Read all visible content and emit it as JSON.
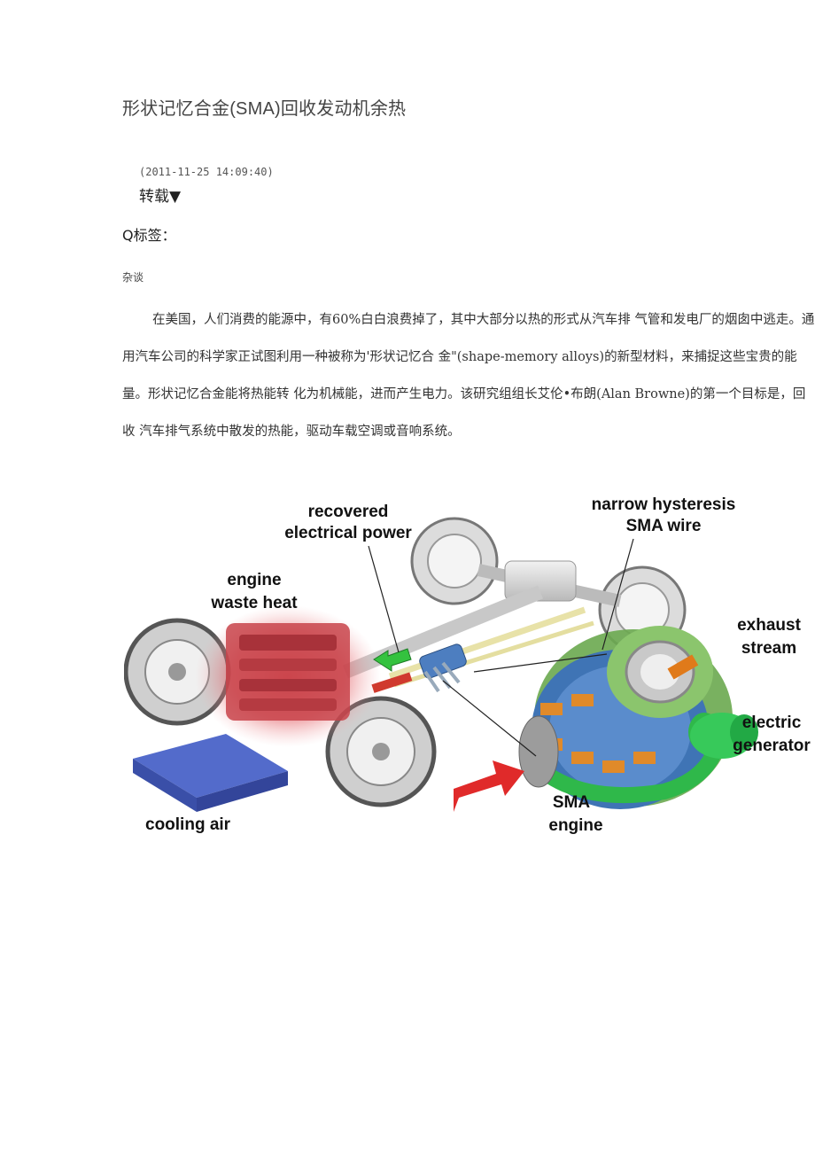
{
  "article": {
    "title": "形状记忆合金(SMA)回收发动机余热",
    "timestamp": "(2011-11-25 14:09:40)",
    "repost_label": "转载▼",
    "tags_label": "Q标签：",
    "tag": "杂谈",
    "paragraph": "在美国，人们消费的能源中，有60%白白浪费掉了，其中大部分以热的形式从汽车排 气管和发电厂的烟囱中逃走。通用汽车公司的科学家正试图利用一种被称为'形状记忆合 金\"(shape-memory alloys)的新型材料，来捕捉这些宝贵的能量。形状记忆合金能将热能转 化为机械能，进而产生电力。该研究组组长艾伦•布朗(Alan Browne)的第一个目标是，回收 汽车排气系统中散发的热能，驱动车载空调或音响系统。"
  },
  "figure": {
    "labels": {
      "recovered_1": "recovered",
      "recovered_2": "electrical power",
      "narrow_1": "narrow hysteresis",
      "narrow_2": "SMA wire",
      "engine_1": "engine",
      "engine_2": "waste heat",
      "exhaust_1": "exhaust",
      "exhaust_2": "stream",
      "electric_1": "electric",
      "electric_2": "generator",
      "cooling": "cooling air",
      "sma_1": "SMA",
      "sma_2": "engine"
    },
    "colors": {
      "heat_red": "#d9363e",
      "cooling_blue": "#4a63c8",
      "ring_green": "#38b54a",
      "wire_blue": "#3f74b5",
      "coil_orange": "#e08a2a",
      "arrow_red": "#e02a2a"
    }
  }
}
